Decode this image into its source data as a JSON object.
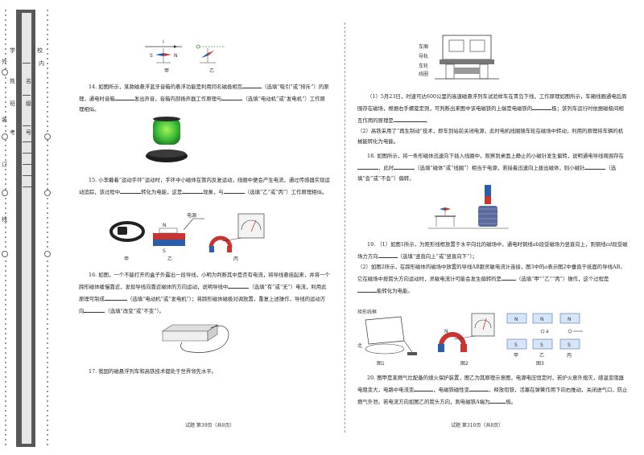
{
  "binding": {
    "labels": [
      "学",
      "校",
      "外",
      "内",
      "姓",
      "名",
      "班",
      "级",
      "装",
      "考",
      "号",
      "订",
      "线"
    ]
  },
  "left": {
    "fig_top": {
      "arrow_label": "I",
      "pole_s": "S",
      "pole_n": "N",
      "caption": "甲",
      "caption2": "乙"
    },
    "q14": {
      "t1": "14. 如图所示，某款磁悬浮蓝牙音箱的悬浮功能是利用同名磁极相互",
      "t2": "（选填“吸引”或“排斥”）的原理，通电时音箱",
      "t3": "发出声音，音箱内部扬声器工作原理与",
      "t4": "（选填“电动机”或“发电机”）工作原理相似。"
    },
    "q15": {
      "t1": "15. 小李戴着“运动手环”运动时，手环中小磁体在管内反复运动，线圈中便会产生电流，通过传感器实现运动追踪，该过程中",
      "t2": "转化为电能，这是",
      "t3": "现象，与",
      "t4": "（选填“乙”或“丙”）工作原理相似。",
      "captions": [
        "甲",
        "乙",
        "丙"
      ],
      "source_label": "电源",
      "pole_labels": [
        "N",
        "S"
      ]
    },
    "q16": {
      "t1": "16. 如图，一个不能打开的盒子外露出一段导线，小明为判断其中是否有电流，将导线悬挂起来，并将一个蹄形磁体缓慢靠近，发现导线向靠近磁体的方向运动，说明导线中",
      "t2": "（选填“有”或“无”）电流，利用此原理可制成",
      "t3": "（选填“电动机”或“发电机”）；将蹄形磁体磁极对调放置，重复上述操作，导线的运动方向",
      "t4": "（选填“改变”或“不变”）。"
    },
    "q17": {
      "t1": "17. 我国的磁悬浮列车和高铁技术都处于世界领先水平。"
    },
    "footer": "试题 第39页（共8页）"
  },
  "right": {
    "fig_top": {
      "labels": [
        "车厢",
        "导轨",
        "车轮",
        "线圈"
      ]
    },
    "q17b": {
      "t1": "（1）5月23日，时速可达600公里的高速磁悬浮列车试验样车在青岛下线，工作原理如图所示，车厢线圈通电后周围存在磁场，根据右手螺旋定则，可判断出来图中该电磁铁的上端是电磁铁的",
      "t2": "极；该列车运行时依据磁极间相互作用的原理是",
      "t3": "。",
      "t4": "（2）高铁采用了“再生制动”技术，即车到站前关闭电源，此时电机线圈随车轮在磁场中转动，利用的原理将车辆的机械能转化为电能。"
    },
    "q18": {
      "t1": "18. 如图所示，将一条形磁体迅速向下插入线圈中，观察到桌面上静止的小磁针发生偏转，说明通电导线周围存在",
      "t2": "，此时",
      "t3": "（选填“磁体”或“线圈”）相当于电源，若接着迅速向上拔出磁体，则小磁针",
      "t4": "（选填“会”或“不会”）偏转。"
    },
    "q19": {
      "t1": "19. （1）如图1所示，为矩形线框放置于水平向北的磁场中，通电时铜线",
      "t2": "ab",
      "t3": "段受磁场力竖直向上，则铜线",
      "t4": "cd",
      "t5": "段受磁场力方向",
      "t6": "（选填“竖直向上”或“竖直向下”）；",
      "t7": "（2）如图2所示，在蹄形磁体的磁场中放置的导线AB跟灵敏电流计连接，图3中的",
      "t8": "a",
      "t9": "表示图2中垂直于纸面的导线AB，它在磁场中按箭头方向运动时，灵敏电流计可能会发生偏转的是",
      "t10": "（选填“甲”“乙”“丙”）操作，这个过程是",
      "t11": "能转化为电能。",
      "fig_labels": [
        "矩形线框",
        "北",
        "图1",
        "图2",
        "图3"
      ],
      "pole_labels": [
        "N",
        "S"
      ],
      "fig3_captions": [
        "甲",
        "乙",
        "丙"
      ],
      "wire_label": "a"
    },
    "q20": {
      "t1": "20. 图甲是某燃气灶配备的熄火保护装置，图乙为其原理示意图，电源电压恒定时，若炉火意外熄灭，感温变阻器电阻变大，电路中电流变",
      "t2": "，电磁铁磁性变",
      "t3": "，释放衔铁，活塞在弹簧作用下向右推动，关闭进气口，防止燃气外泄。若电流方向如图乙的箭头方向，则电磁铁",
      "t4": "A",
      "t5": "端为",
      "t6": "极。"
    },
    "footer": "试题 第310页（共8页）"
  }
}
